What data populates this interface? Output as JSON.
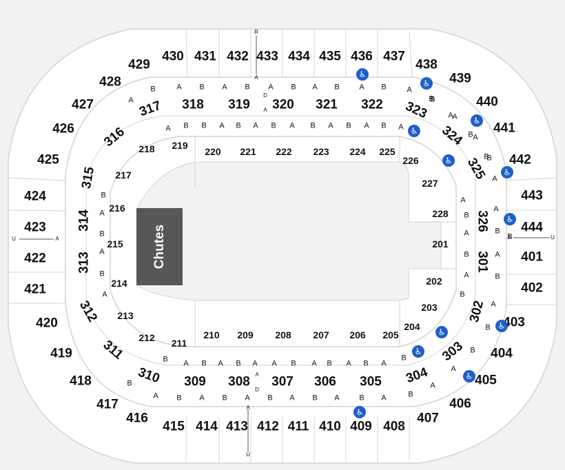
{
  "colors": {
    "background": "#f2f2f2",
    "section_fill": "#ffffff",
    "section_line": "#d3d3d3",
    "chutes_fill": "#575757",
    "accessible_icon": "#1f5fc9",
    "text": "#111111"
  },
  "chutes_label": "Chutes",
  "accessible_icon": "wheelchair-icon",
  "markers": {
    "top": [
      "R",
      "A"
    ],
    "bottom": [
      "A",
      "U"
    ],
    "left": [
      "U",
      "A"
    ],
    "right": [
      "A",
      "U"
    ],
    "tunnel_top": [
      "D",
      "A"
    ],
    "tunnel_bottom": [
      "A",
      "D"
    ]
  },
  "sections_400": [
    "429",
    "430",
    "431",
    "432",
    "433",
    "434",
    "435",
    "436",
    "437",
    "438",
    "439",
    "440",
    "441",
    "442",
    "443",
    "444",
    "401",
    "402",
    "403",
    "404",
    "405",
    "406",
    "407",
    "408",
    "409",
    "410",
    "411",
    "412",
    "413",
    "414",
    "415",
    "416",
    "417",
    "418",
    "419",
    "420",
    "421",
    "422",
    "423",
    "424",
    "425",
    "426",
    "427",
    "428"
  ],
  "sections_300": [
    "317",
    "318",
    "319",
    "320",
    "321",
    "322",
    "323",
    "324",
    "325",
    "326",
    "301",
    "302",
    "303",
    "304",
    "305",
    "306",
    "307",
    "308",
    "309",
    "310",
    "311",
    "312",
    "313",
    "314",
    "315",
    "316"
  ],
  "sections_200": [
    "218",
    "219",
    "220",
    "221",
    "222",
    "223",
    "224",
    "225",
    "226",
    "227",
    "228",
    "201",
    "202",
    "203",
    "204",
    "205",
    "206",
    "207",
    "208",
    "209",
    "210",
    "211",
    "212",
    "213",
    "214",
    "215",
    "216",
    "217"
  ],
  "rows_top_outer": [
    "A",
    "B",
    "A",
    "B",
    "A",
    "B",
    "A",
    "B",
    "A",
    "B",
    "A",
    "B",
    "A",
    "B",
    "A",
    "B"
  ],
  "rows_top_inner": [
    "A",
    "B",
    "B",
    "A",
    "B",
    "A",
    "B",
    "A",
    "B",
    "A",
    "B",
    "A",
    "B",
    "A",
    "B"
  ],
  "rows_bottom_inner": [
    "B",
    "A",
    "B",
    "A",
    "B",
    "A",
    "A",
    "B",
    "A",
    "B",
    "A",
    "B",
    "A",
    "B",
    "A",
    "B"
  ],
  "rows_bottom_outer": [
    "B",
    "A",
    "B",
    "A",
    "B",
    "A",
    "B",
    "A",
    "B",
    "A",
    "B",
    "A",
    "B",
    "A"
  ],
  "rows_west": [
    "B",
    "A",
    "B",
    "A",
    "B",
    "A"
  ],
  "rows_east": [
    "A",
    "B",
    "A",
    "B",
    "A",
    "B",
    "A",
    "B",
    "A",
    "B",
    "A",
    "B",
    "A",
    "B",
    "A",
    "B",
    "A",
    "B"
  ]
}
